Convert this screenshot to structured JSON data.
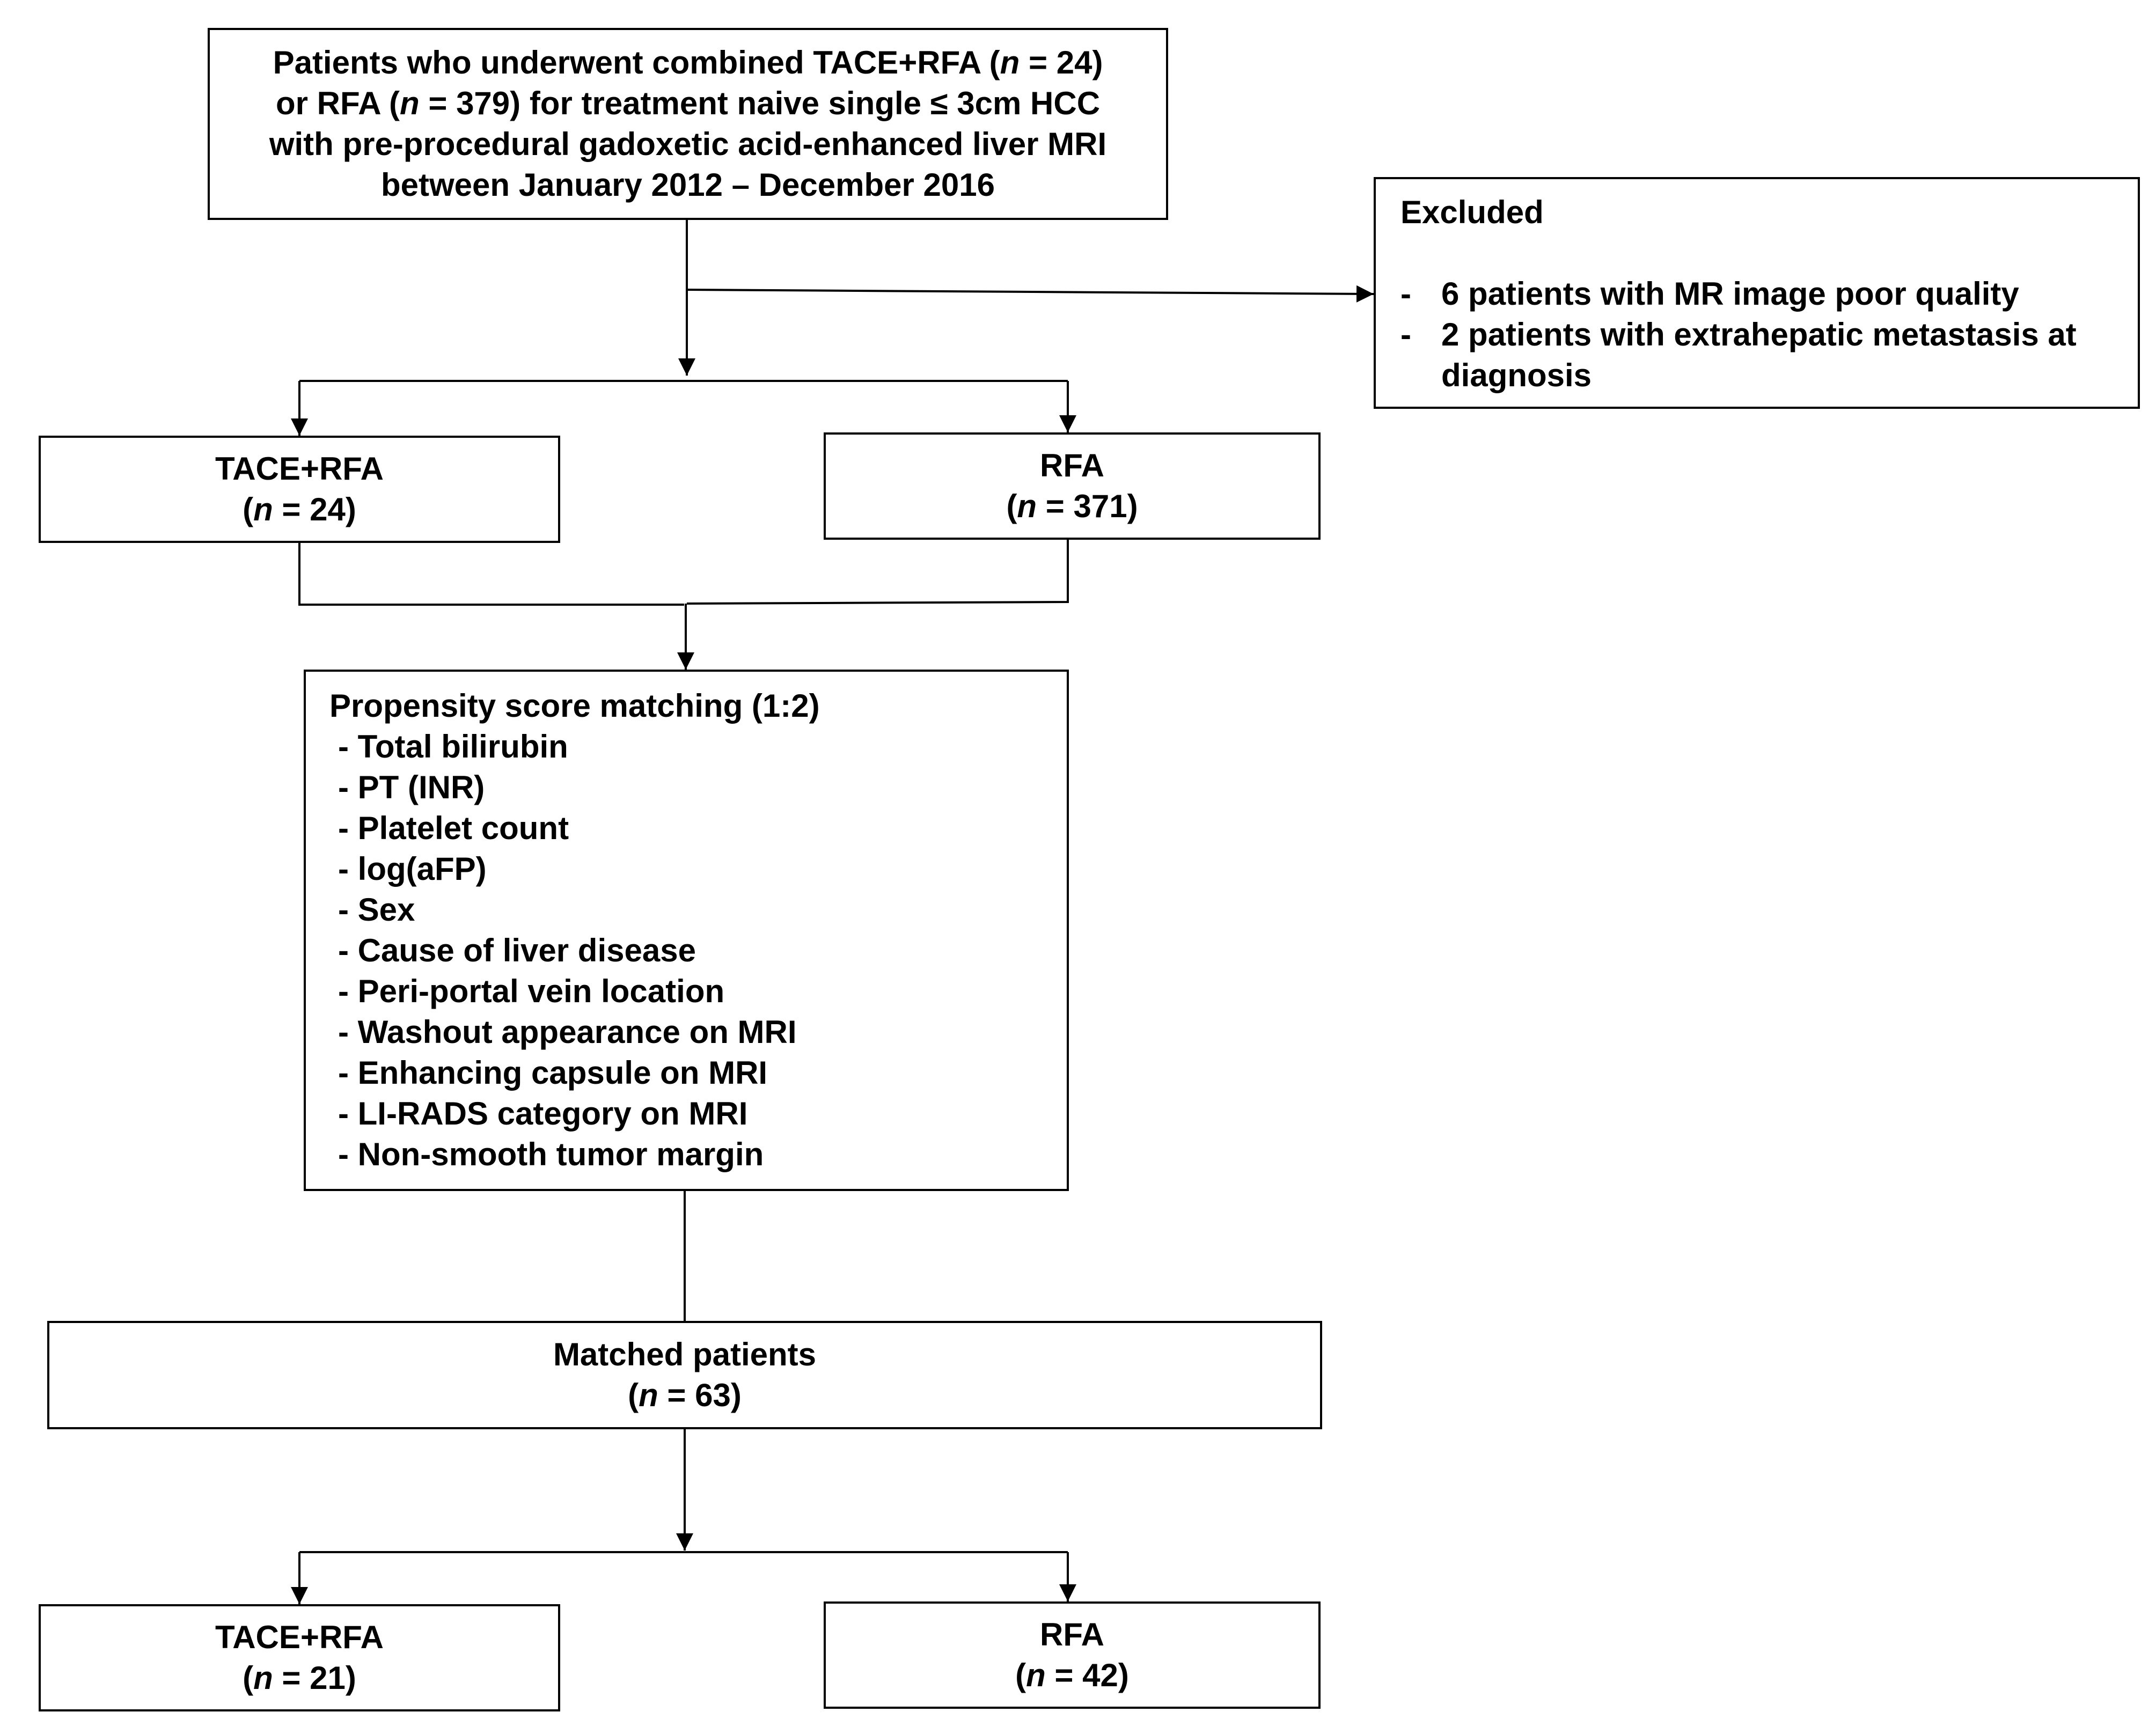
{
  "top_box": {
    "lines": [
      "Patients who underwent combined TACE+RFA (n = 24)",
      "or RFA (n = 379) for treatment naive single ≤ 3cm HCC",
      "with pre-procedural gadoxetic acid-enhanced liver MRI",
      "between January 2012 – December 2016"
    ]
  },
  "excluded_box": {
    "title": "Excluded",
    "items": [
      "6 patients with MR image poor quality",
      "2 patients with extrahepatic metastasis at diagnosis"
    ]
  },
  "group_tace_rfa": {
    "label": "TACE+RFA",
    "count": "(n = 24)"
  },
  "group_rfa": {
    "label": "RFA",
    "count": "(n = 371)"
  },
  "psm_box": {
    "title": "Propensity score matching (1:2)",
    "items": [
      "- Total bilirubin",
      "- PT (INR)",
      "- Platelet count",
      "- log(aFP)",
      "- Sex",
      "- Cause of liver disease",
      "- Peri-portal vein location",
      "- Washout appearance on MRI",
      "- Enhancing capsule on MRI",
      "- LI-RADS category on MRI",
      "- Non-smooth tumor margin"
    ]
  },
  "matched_box": {
    "label": "Matched patients",
    "count": "(n = 63)"
  },
  "matched_tace_rfa": {
    "label": "TACE+RFA",
    "count": "(n = 21)"
  },
  "matched_rfa": {
    "label": "RFA",
    "count": "(n = 42)"
  },
  "colors": {
    "stroke": "#000000",
    "background": "#ffffff"
  }
}
